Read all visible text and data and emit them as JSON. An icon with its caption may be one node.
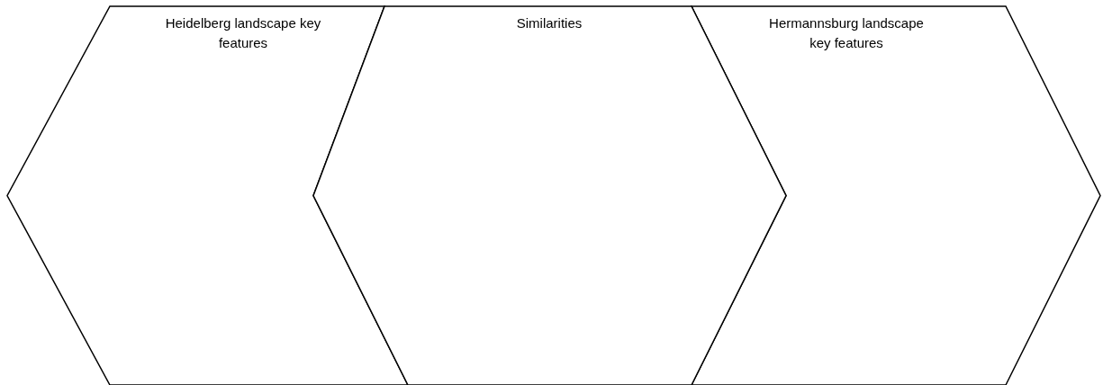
{
  "diagram": {
    "nodes": [
      {
        "text": [
          "Heidelberg landscape key features"
        ]
      },
      {
        "text": [
          "Hermannsburg landscape key features"
        ]
      },
      {
        "text": [
          "Similarities"
        ]
      }
    ],
    "edges": []
  }
}
